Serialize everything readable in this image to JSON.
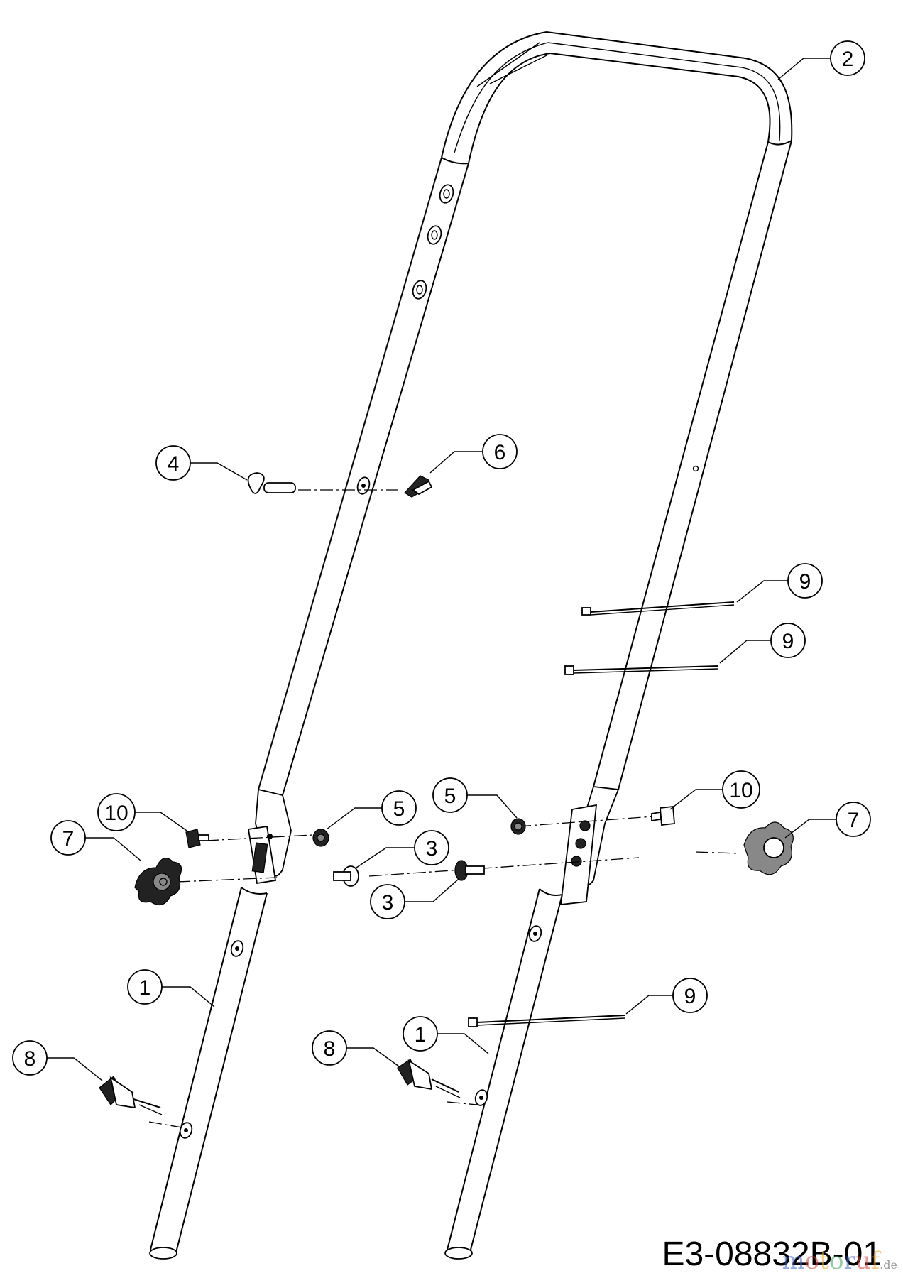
{
  "diagram": {
    "drawing_code": "E3-08832B-01",
    "watermark": {
      "text": "motoruf",
      "suffix": ".de",
      "colors": [
        "#3a63c8",
        "#d33d3d",
        "#e8a62a",
        "#3aa35a"
      ]
    },
    "callouts": [
      {
        "id": "c2",
        "label": "2"
      },
      {
        "id": "c4",
        "label": "4"
      },
      {
        "id": "c6",
        "label": "6"
      },
      {
        "id": "c9a",
        "label": "9"
      },
      {
        "id": "c9b",
        "label": "9"
      },
      {
        "id": "c10a",
        "label": "10"
      },
      {
        "id": "c5a",
        "label": "5"
      },
      {
        "id": "c5b",
        "label": "5"
      },
      {
        "id": "c10b",
        "label": "10"
      },
      {
        "id": "c7a",
        "label": "7"
      },
      {
        "id": "c3a",
        "label": "3"
      },
      {
        "id": "c3b",
        "label": "3"
      },
      {
        "id": "c7b",
        "label": "7"
      },
      {
        "id": "c1a",
        "label": "1"
      },
      {
        "id": "c9c",
        "label": "9"
      },
      {
        "id": "c8a",
        "label": "8"
      },
      {
        "id": "c1b",
        "label": "1"
      },
      {
        "id": "c8b",
        "label": "8"
      }
    ]
  }
}
